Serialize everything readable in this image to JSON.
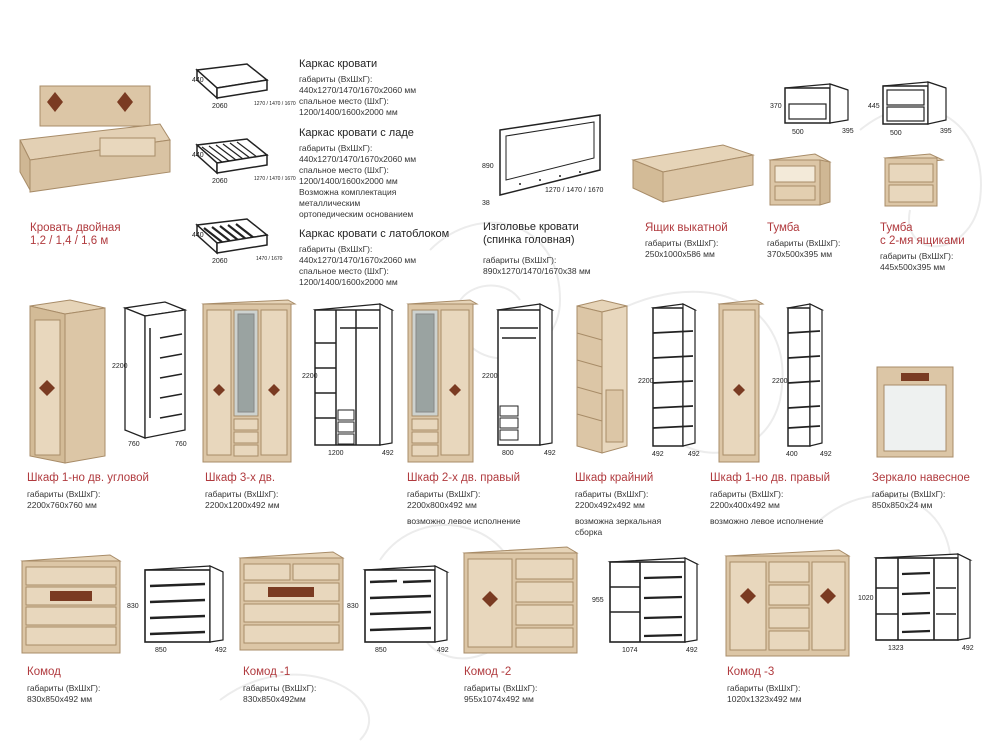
{
  "bed": {
    "title": "Кровать двойная\n1,2 / 1,4 / 1,6 м",
    "frame": {
      "title": "Каркас кровати",
      "spec": "габариты (ВхШхГ):\n440х1270/1470/1670х2060 мм\nспальное место (ШхГ):\n1200/1400/1600х2000 мм"
    },
    "frame_lad": {
      "title": "Каркас кровати с ладе",
      "spec": "габариты (ВхШхГ):\n440х1270/1470/1670х2060 мм\nспальное место (ШхГ):\n1200/1400/1600х2000 мм\nВозможна комплектация\nметаллическим\nортопедическим основанием"
    },
    "frame_lat": {
      "title": "Каркас кровати с латоблоком",
      "spec": "габариты (ВхШхГ):\n440х1270/1470/1670х2060 мм\nспальное место (ШхГ):\n1200/1400/1600х2000 мм"
    },
    "dims": {
      "h1": "440",
      "w1": "2060",
      "w2": "1270 / 1470 / 1670",
      "h2": "440",
      "w3": "2060",
      "w4": "1270 / 1470 / 1670",
      "h3": "440",
      "w5": "2060",
      "w6": "1470 / 1670"
    }
  },
  "headboard": {
    "title": "Изголовье кровати\n(спинка головная)",
    "spec": "габариты (ВхШхГ):\n890х1270/1470/1670х38 мм",
    "dim_h": "890",
    "dim_w": "1270 / 1470 / 1670",
    "dim_d": "38"
  },
  "drawer": {
    "title": "Ящик выкатной",
    "spec": "габариты (ВхШхГ):\n250х1000х586 мм"
  },
  "tumba": {
    "title": "Тумба",
    "spec": "габариты (ВхШхГ):\n370х500х395 мм",
    "dim_h": "370",
    "dim_w": "500",
    "dim_d": "395"
  },
  "tumba2": {
    "title": "Тумба\nс 2-мя ящиками",
    "spec": "габариты (ВхШхГ):\n445х500х395 мм",
    "dim_h": "445",
    "dim_w": "500",
    "dim_d": "395"
  },
  "wardrobes": [
    {
      "title": "Шкаф 1-но дв. угловой",
      "spec": "габариты (ВхШхГ):\n2200х760х760 мм",
      "note": "",
      "dims": [
        "2200",
        "760",
        "760"
      ]
    },
    {
      "title": "Шкаф 3-х дв.",
      "spec": "габариты (ВхШхГ):\n2200х1200х492 мм",
      "note": "",
      "dims": [
        "2200",
        "1200",
        "492"
      ]
    },
    {
      "title": "Шкаф 2-х дв. правый",
      "spec": "габариты (ВхШхГ):\n2200х800х492 мм",
      "note": "возможно левое исполнение",
      "dims": [
        "2200",
        "800",
        "492"
      ]
    },
    {
      "title": "Шкаф крайний",
      "spec": "габариты (ВхШхГ):\n2200х492х492 мм",
      "note": "возможна зеркальная\nсборка",
      "dims": [
        "2200",
        "492",
        "492"
      ]
    },
    {
      "title": "Шкаф 1-но дв. правый",
      "spec": "габариты (ВхШхГ):\n2200х400х492 мм",
      "note": "возможно левое исполнение",
      "dims": [
        "2200",
        "400",
        "492"
      ]
    }
  ],
  "mirror": {
    "title": "Зеркало навесное",
    "spec": "габариты (ВхШхГ):\n850х850х24 мм"
  },
  "chests": [
    {
      "title": "Комод",
      "spec": "габариты (ВхШхГ):\n830х850х492 мм",
      "dims": [
        "830",
        "850",
        "492"
      ]
    },
    {
      "title": "Комод -1",
      "spec": "габариты (ВхШхГ):\n830х850х492мм",
      "dims": [
        "830",
        "850",
        "492"
      ]
    },
    {
      "title": "Комод -2",
      "spec": "габариты (ВхШхГ):\n955х1074х492 мм",
      "dims": [
        "955",
        "1074",
        "492"
      ]
    },
    {
      "title": "Комод -3",
      "spec": "габариты (ВхШхГ):\n1020х1323х492 мм",
      "dims": [
        "1020",
        "1323",
        "492"
      ]
    }
  ],
  "colors": {
    "wood": "#d9c3a3",
    "wood_dark": "#b99a74",
    "accent": "#b03a3e",
    "line": "#222222",
    "ornament": "#7a3b22"
  }
}
